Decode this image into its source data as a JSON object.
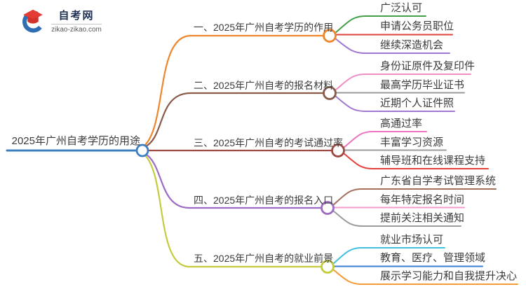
{
  "logo": {
    "title": "自考网",
    "domain": "zikao-zikao.com"
  },
  "root": {
    "label": "2025年广州自考学历的用途"
  },
  "branches": [
    {
      "label": "一、2025年广州自考学历的作用",
      "children": [
        "广泛认可",
        "申请公务员职位",
        "继续深造机会"
      ]
    },
    {
      "label": "二、2025年广州自考的报名材料",
      "children": [
        "身份证原件及复印件",
        "最高学历毕业证书",
        "近期个人证件照"
      ]
    },
    {
      "label": "三、2025年广州自考的考试通过率",
      "children": [
        "高通过率",
        "丰富学习资源",
        "辅导班和在线课程支持"
      ]
    },
    {
      "label": "四、2025年广州自考的报名入口",
      "children": [
        "广东省自学考试管理系统",
        "每年特定报名时间",
        "提前关注相关通知"
      ]
    },
    {
      "label": "五、2025年广州自考的就业前景",
      "children": [
        "就业市场认可",
        "教育、医疗、管理领域",
        "展示学习能力和自我提升决心"
      ]
    }
  ],
  "palette": {
    "root": "#3e7fc1",
    "branches": [
      "#f0862c",
      "#8a5a49",
      "#9e4a42",
      "#9d6ac4",
      "#c4cc3d"
    ],
    "children": [
      [
        "#43a047",
        "#e2403a",
        "#a078d2"
      ],
      [
        "#ef8fc5",
        "#9b9b9b",
        "#a078d2"
      ],
      [
        "#ec74c0",
        "#9b9b9b",
        "#e2403a"
      ],
      [
        "#a4705d",
        "#f49bcb",
        "#9b9b9b"
      ],
      [
        "#3fc0dc",
        "#3c7cd4",
        "#f59b36"
      ]
    ],
    "logo_blue": "#2f6eb3",
    "logo_red": "#e23c35"
  }
}
